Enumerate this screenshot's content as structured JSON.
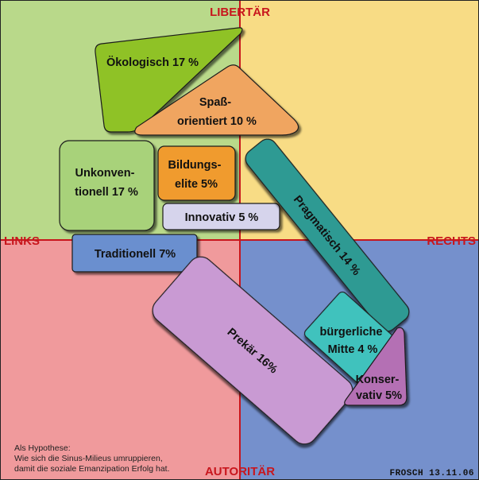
{
  "axes": {
    "top": "LIBERTÄR",
    "bottom": "AUTORITÄR",
    "left": "LINKS",
    "right": "RECHTS"
  },
  "colors": {
    "top_left": "#b9d98a",
    "top_right": "#f8dc85",
    "bottom_left": "#f09a9c",
    "bottom_right": "#7590cc",
    "axis": "#c8161d"
  },
  "milieus": {
    "oekologisch": {
      "lines": [
        "Ökologisch 17 %"
      ],
      "color": "#8fc226"
    },
    "spass": {
      "lines": [
        "Spaß-",
        "orientiert 10 %"
      ],
      "color": "#f0a560"
    },
    "unkonventionell": {
      "lines": [
        "Unkonven-",
        "tionell 17 %"
      ],
      "color": "#a8d27a"
    },
    "bildungselite": {
      "lines": [
        "Bildungs-",
        "elite 5%"
      ],
      "color": "#f09b2e"
    },
    "innovativ": {
      "lines": [
        "Innovativ 5 %"
      ],
      "color": "#d6d4ec"
    },
    "traditionell": {
      "lines": [
        "Traditionell 7%"
      ],
      "color": "#6b8fcf"
    },
    "pragmatisch": {
      "lines": [
        "Pragmatisch 14 %"
      ],
      "color": "#2f9a93"
    },
    "prekaer": {
      "lines": [
        "Prekär 16%"
      ],
      "color": "#c99ad3"
    },
    "buergerlich": {
      "lines": [
        "bürgerliche",
        "Mitte 4 %"
      ],
      "color": "#3fc2bd"
    },
    "konservativ": {
      "lines": [
        "Konser-",
        "vativ 5%"
      ],
      "color": "#b46fb4"
    }
  },
  "note": {
    "lines": [
      "Als Hypothese:",
      "Wie sich die Sinus-Milieus umruppieren,",
      "damit die soziale Emanzipation Erfolg hat."
    ]
  },
  "signature": "FROSCH 13.11.06"
}
